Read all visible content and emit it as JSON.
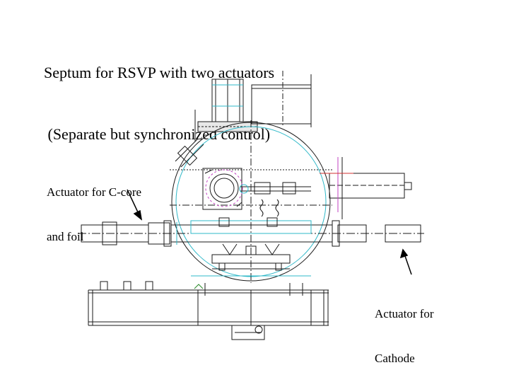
{
  "slide": {
    "title_line1": "Septum for RSVP with two actuators",
    "title_line2": " (Separate but synchronized control)"
  },
  "callouts": {
    "left_line1": "Actuator for C-core",
    "left_line2": "and foil",
    "right_line1": "Actuator for",
    "right_line2": "Cathode"
  },
  "colors": {
    "drawing_line": "#1a1a1a",
    "cyan_detail": "#2fb8c8",
    "magenta_detail": "#c040c0",
    "red_detail": "#d03030",
    "green_detail": "#2a8a2a"
  }
}
